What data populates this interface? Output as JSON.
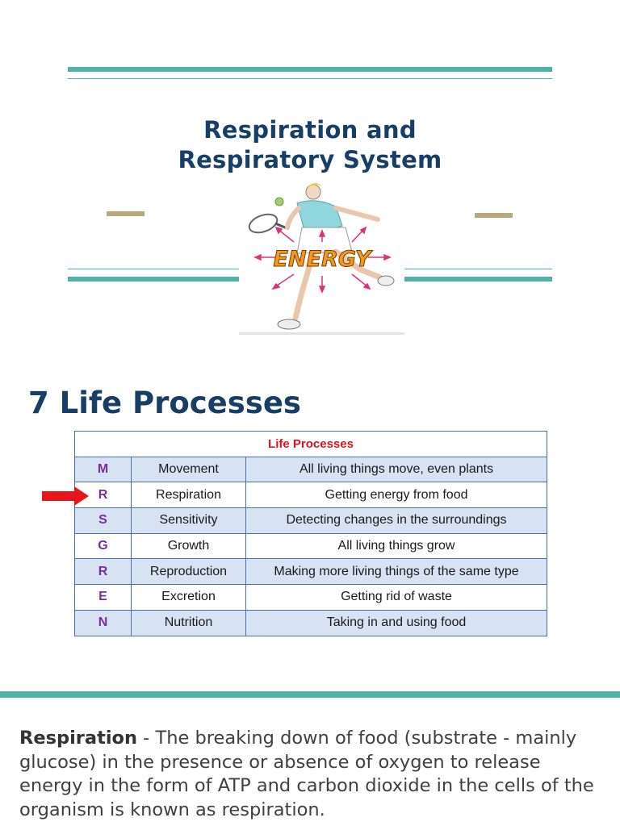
{
  "slide1": {
    "title_line1": "Respiration and",
    "title_line2": "Respiratory System",
    "illustration": {
      "icon": "energy-runner-illustration",
      "label": "ENERGY",
      "label_color": "#f39a1c"
    }
  },
  "slide2": {
    "heading": "7 Life Processes",
    "table": {
      "header": "Life Processes",
      "rows": [
        {
          "letter": "M",
          "process": "Movement",
          "description": "All living things move, even plants"
        },
        {
          "letter": "R",
          "process": "Respiration",
          "description": "Getting energy from food"
        },
        {
          "letter": "S",
          "process": "Sensitivity",
          "description": "Detecting changes in the surroundings"
        },
        {
          "letter": "G",
          "process": "Growth",
          "description": "All living things grow"
        },
        {
          "letter": "R",
          "process": "Reproduction",
          "description": "Making more living things of the same type"
        },
        {
          "letter": "E",
          "process": "Excretion",
          "description": "Getting rid of waste"
        },
        {
          "letter": "N",
          "process": "Nutrition",
          "description": "Taking in and using food"
        }
      ]
    },
    "pointer": {
      "icon": "red-arrow-icon",
      "color": "#e8141c"
    }
  },
  "slide3": {
    "term": "Respiration",
    "definition": " - The breaking down of food (substrate - mainly glucose) in the presence or absence of oxygen to release energy in the form of ATP and carbon dioxide in the cells of the organism is known as respiration."
  },
  "colors": {
    "accent_teal": "#4fb3a7",
    "title_navy": "#163e66",
    "tan": "#b8a97c"
  }
}
